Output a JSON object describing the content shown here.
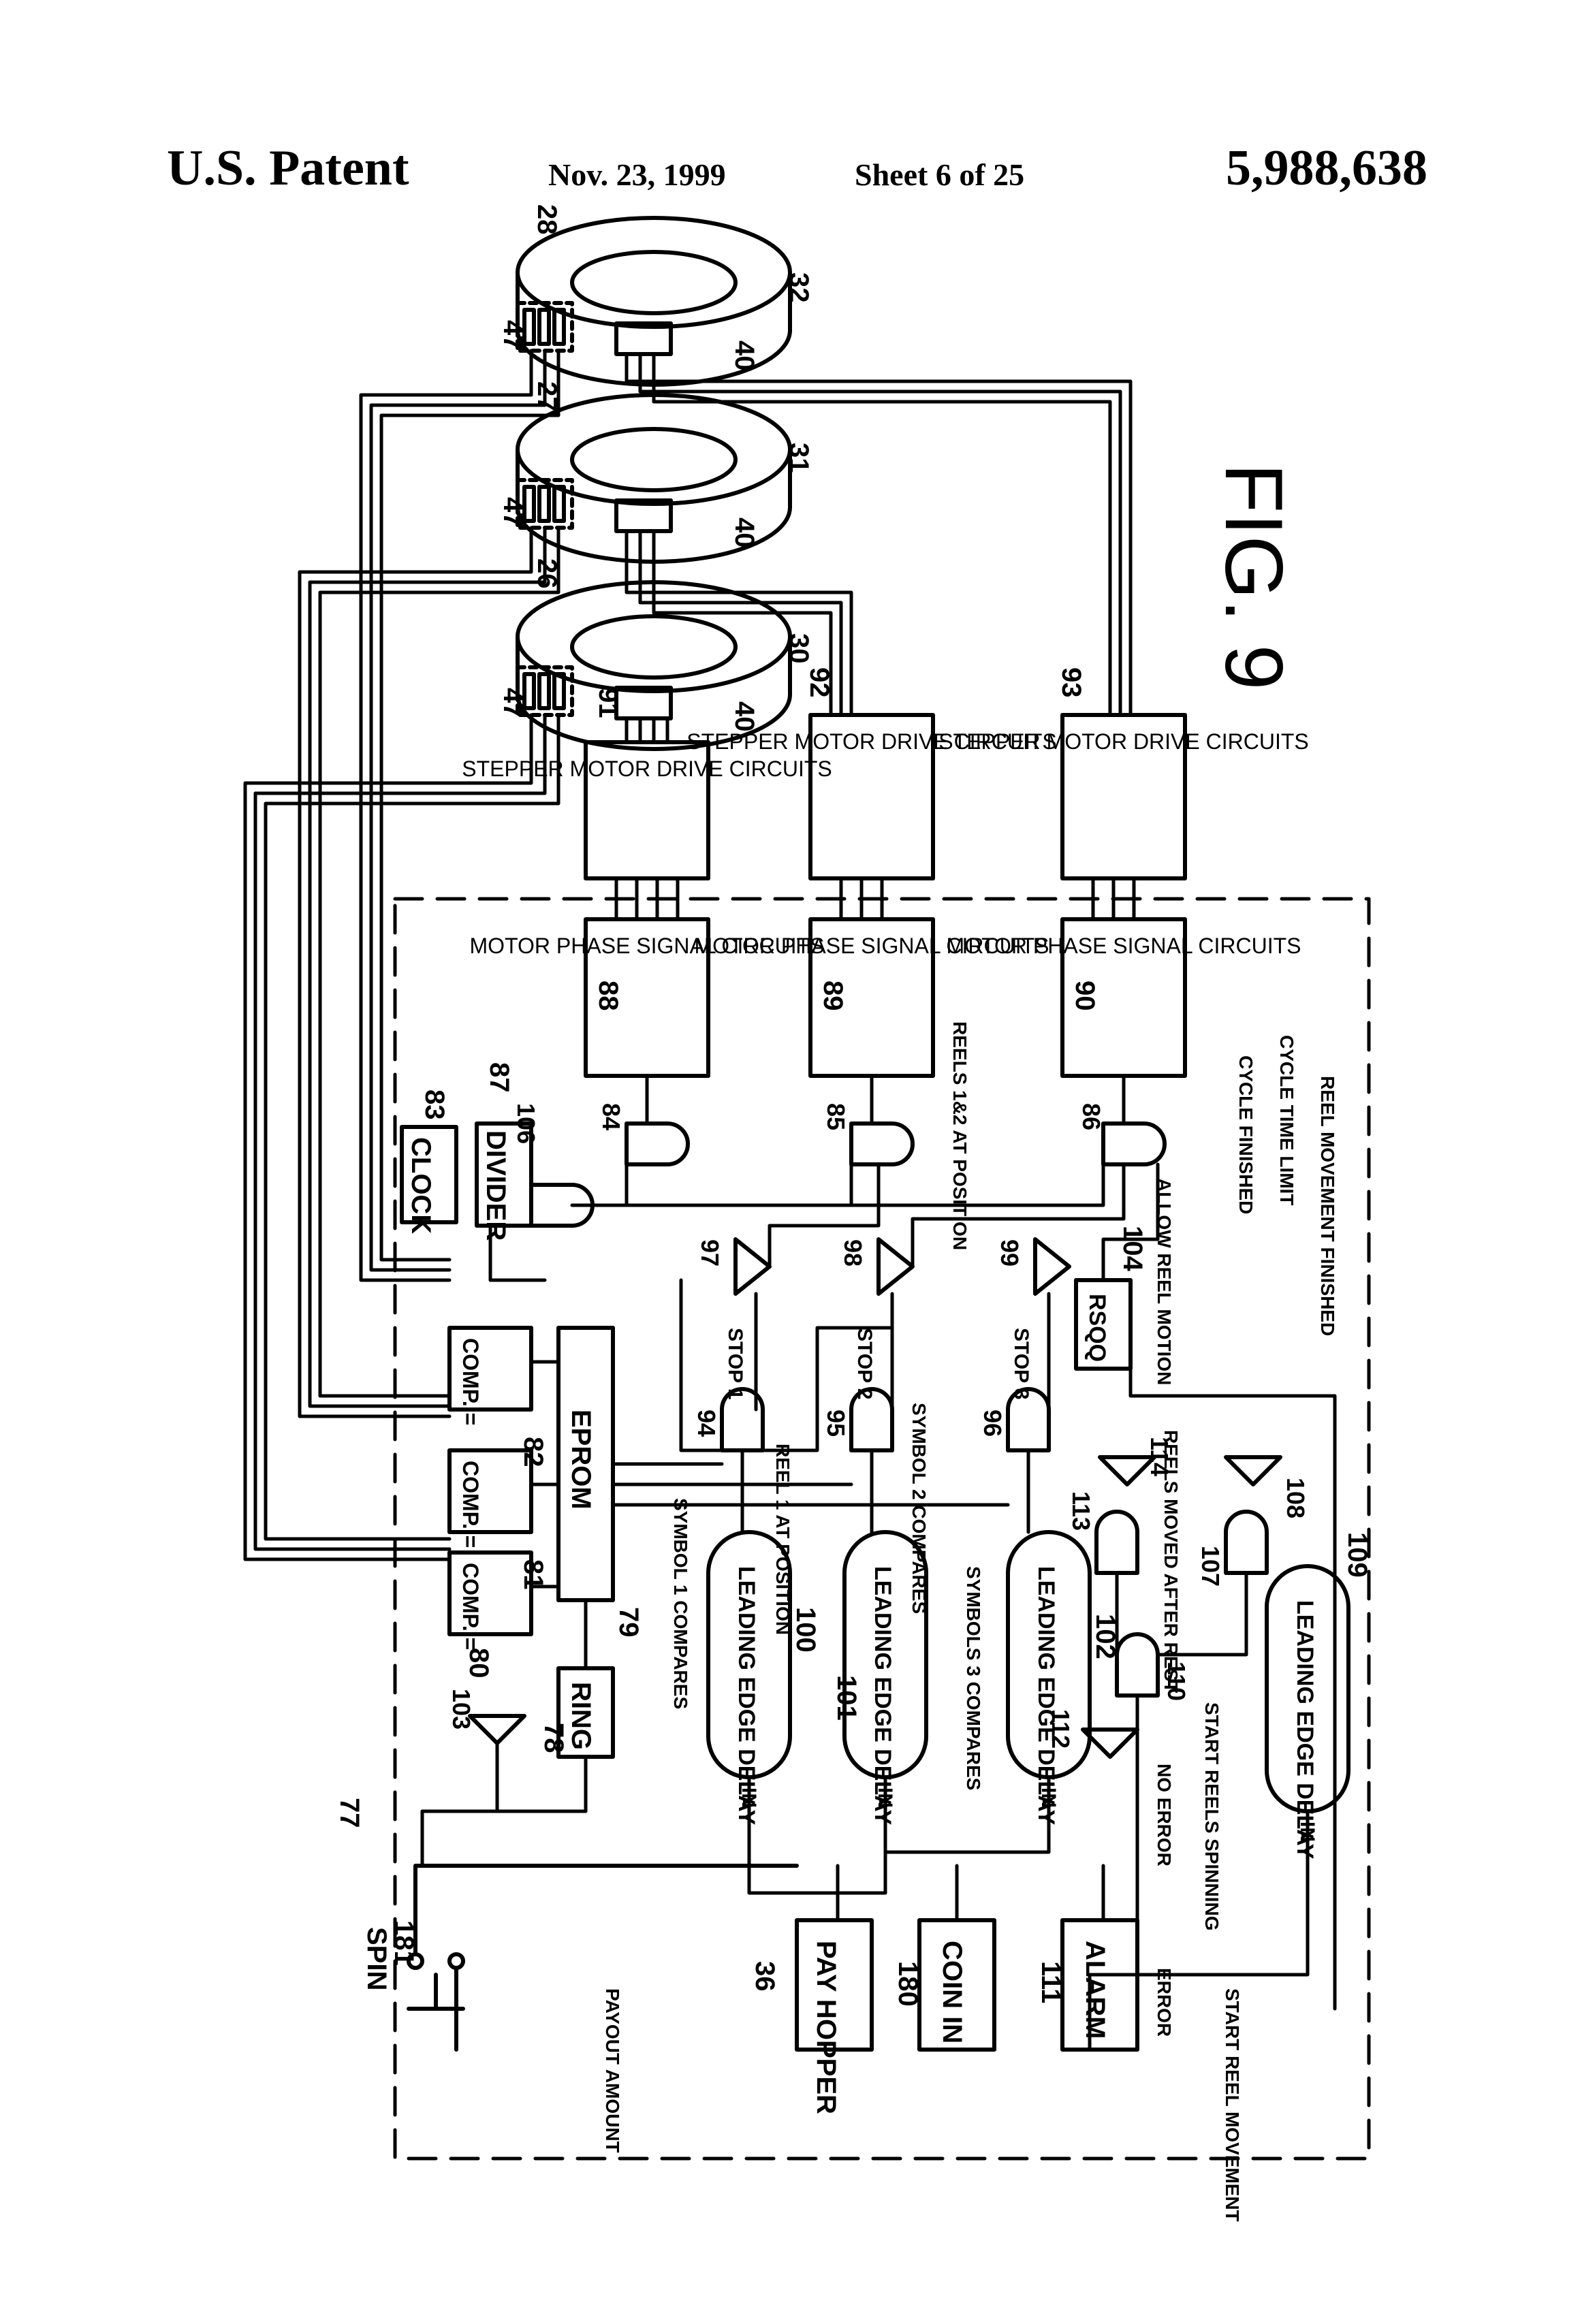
{
  "header": {
    "left": "U.S. Patent",
    "date": "Nov. 23, 1999",
    "sheet": "Sheet 6 of 25",
    "patent_number": "5,988,638"
  },
  "figure": {
    "title": "FIG. 9",
    "system_ref": "77",
    "reels": [
      {
        "ref": "26",
        "disc_ref": "30",
        "sensor_ref": "47",
        "motor_ref": "40"
      },
      {
        "ref": "27",
        "disc_ref": "31",
        "sensor_ref": "47",
        "motor_ref": "40"
      },
      {
        "ref": "28",
        "disc_ref": "32",
        "sensor_ref": "47",
        "motor_ref": "40"
      }
    ],
    "drive_blocks": [
      {
        "ref": "91",
        "label": "STEPPER MOTOR DRIVE CIRCUITS"
      },
      {
        "ref": "92",
        "label": "STEPPER MOTOR DRIVE CIRCUITS"
      },
      {
        "ref": "93",
        "label": "STEPPER MOTOR DRIVE CIRCUITS"
      }
    ],
    "phase_blocks": [
      {
        "ref": "88",
        "label": "MOTOR PHASE SIGNAL CIRCUITS"
      },
      {
        "ref": "89",
        "label": "MOTOR PHASE SIGNAL CIRCUITS"
      },
      {
        "ref": "90",
        "label": "MOTOR PHASE SIGNAL CIRCUITS"
      }
    ],
    "clock": {
      "ref": "83",
      "label": "CLOCK"
    },
    "divider": {
      "ref": "87",
      "label": "DIVIDER"
    },
    "comparators": [
      {
        "ref": "80",
        "label": "COMP. ="
      },
      {
        "ref": "81",
        "label": "COMP. ="
      },
      {
        "ref": "82",
        "label": "COMP. ="
      }
    ],
    "eprom": {
      "ref": "79",
      "label": "EPROM"
    },
    "ring": {
      "ref": "78",
      "label": "RING"
    },
    "delays": [
      {
        "ref": "100",
        "label": "LEADING EDGE DELAY",
        "in": "IN"
      },
      {
        "ref": "101",
        "label": "LEADING EDGE DELAY",
        "in": "IN"
      },
      {
        "ref": "102",
        "label": "LEADING EDGE DELAY",
        "in": "IN"
      },
      {
        "ref": "109",
        "label": "LEADING EDGE DELAY",
        "in": "IN"
      }
    ],
    "rsq": {
      "ref": "104",
      "label": "RSQQ"
    },
    "and_gates": [
      "84",
      "85",
      "86",
      "94",
      "95",
      "96",
      "106",
      "107",
      "110",
      "113"
    ],
    "inverters": [
      "97",
      "98",
      "99",
      "103",
      "108",
      "112",
      "114"
    ],
    "external": [
      {
        "ref": "181",
        "label": "SPIN"
      },
      {
        "ref": "36",
        "label": "PAY HOPPER"
      },
      {
        "ref": "180",
        "label": "COIN IN"
      },
      {
        "ref": "111",
        "label": "ALARM"
      }
    ],
    "signals": {
      "stop1": "STOP 1",
      "stop2": "STOP 2",
      "stop3": "STOP 3",
      "reel1_pos": "REEL 1 AT POSITION",
      "reels12_pos": "REELS 1&2 AT POSITION",
      "sym1": "SYMBOL 1 COMPARES",
      "sym2": "SYMBOL 2 COMPARES",
      "sym3": "SYMBOLS 3 COMPARES",
      "allow": "ALLOW REEL MOTION",
      "cycle_finished": "CYCLE FINISHED",
      "cycle_limit": "CYCLE TIME LIMIT",
      "reel_move_finished": "REEL MOVEMENT FINISHED",
      "reels_moved": "REELS MOVED AFTER REST",
      "no_error": "NO ERROR",
      "start_spinning": "START REELS SPINNING",
      "error": "ERROR",
      "start_movement": "START REEL MOVEMENT",
      "payout": "PAYOUT AMOUNT"
    }
  }
}
